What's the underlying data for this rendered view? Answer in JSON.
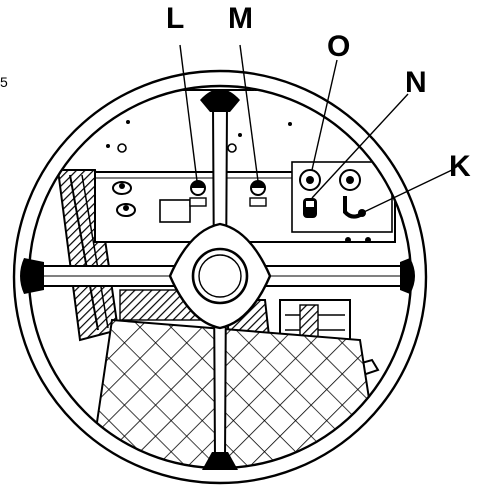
{
  "callouts": {
    "L": "L",
    "M": "M",
    "O": "O",
    "N": "N",
    "K": "K"
  },
  "edge_text": "5",
  "colors": {
    "ink": "#000000",
    "paper": "#ffffff"
  },
  "icons": {
    "steering_wheel": "steering-wheel-icon",
    "warning_lamp": "half-filled-disc-indicator",
    "switch": "toggle-switch-icon"
  }
}
